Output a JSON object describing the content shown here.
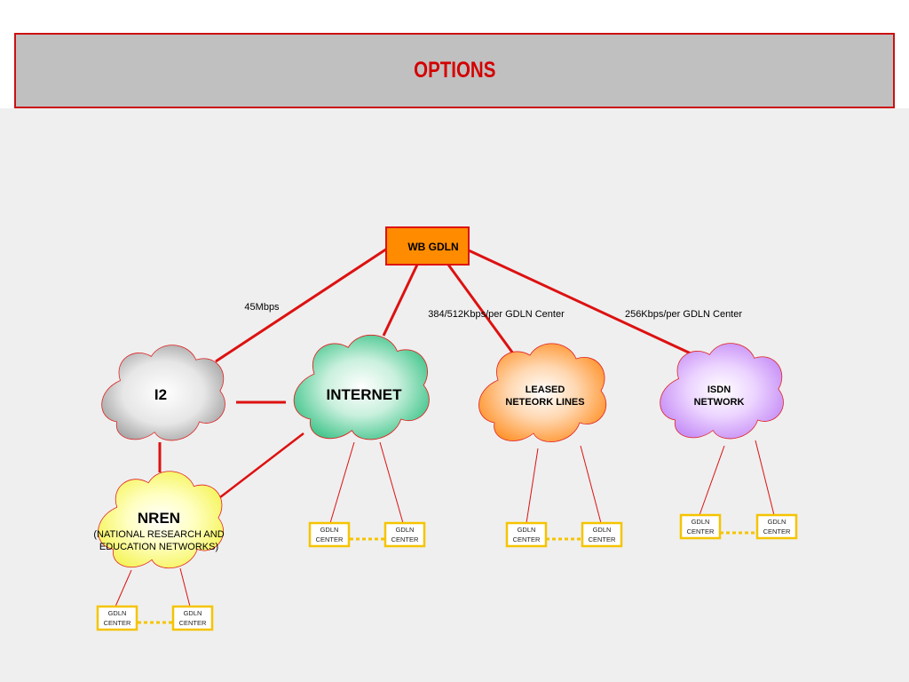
{
  "title": "OPTIONS",
  "colors": {
    "accent_red": "#dd1111",
    "connector_yellow": "#f5c400",
    "hub_fill": "#ff8c00"
  },
  "hub": {
    "label": "WB GDLN"
  },
  "links": {
    "i2": "45Mbps",
    "leased": "384/512Kbps/per GDLN Center",
    "isdn": "256Kbps/per GDLN Center"
  },
  "clouds": {
    "i2": {
      "label": "I2"
    },
    "internet": {
      "label": "INTERNET"
    },
    "leased": {
      "line1": "LEASED",
      "line2": "NETEORK LINES"
    },
    "isdn": {
      "line1": "ISDN",
      "line2": "NETWORK"
    },
    "nren": {
      "line1": "NREN",
      "line2": "(NATIONAL  RESEARCH AND",
      "line3": "EDUCATION NETWORKS)"
    }
  },
  "center": {
    "line1": "GDLN",
    "line2": "CENTER"
  }
}
